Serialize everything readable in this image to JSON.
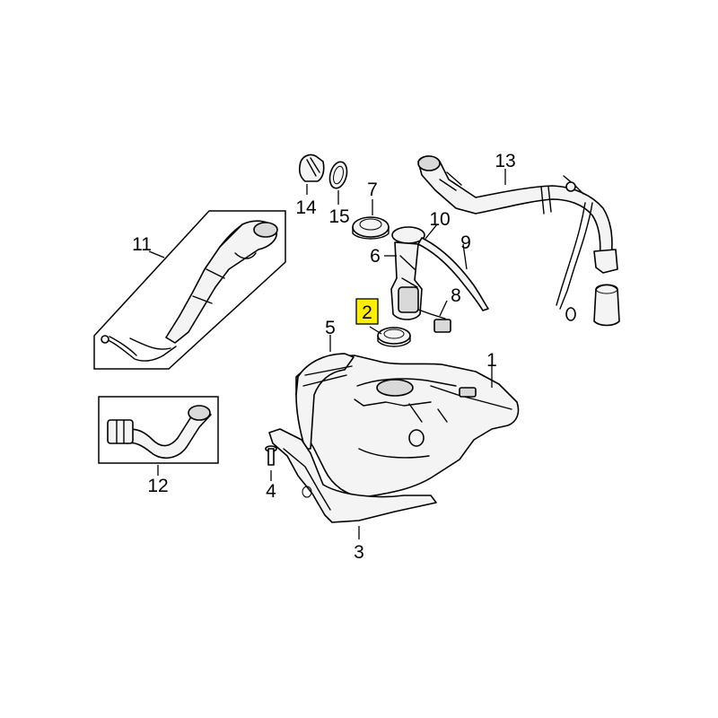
{
  "colors": {
    "highlight": "#ffee00",
    "ink": "#000000",
    "paper": "#ffffff",
    "part_fill": "#f4f4f4"
  },
  "highlighted_callout": "2",
  "callouts": [
    {
      "id": "c1",
      "label": "1"
    },
    {
      "id": "c2",
      "label": "2"
    },
    {
      "id": "c3",
      "label": "3"
    },
    {
      "id": "c4",
      "label": "4"
    },
    {
      "id": "c5",
      "label": "5"
    },
    {
      "id": "c6",
      "label": "6"
    },
    {
      "id": "c7",
      "label": "7"
    },
    {
      "id": "c8",
      "label": "8"
    },
    {
      "id": "c9",
      "label": "9"
    },
    {
      "id": "c10",
      "label": "10"
    },
    {
      "id": "c11",
      "label": "11"
    },
    {
      "id": "c12",
      "label": "12"
    },
    {
      "id": "c13",
      "label": "13"
    },
    {
      "id": "c14",
      "label": "14"
    },
    {
      "id": "c15",
      "label": "15"
    }
  ]
}
